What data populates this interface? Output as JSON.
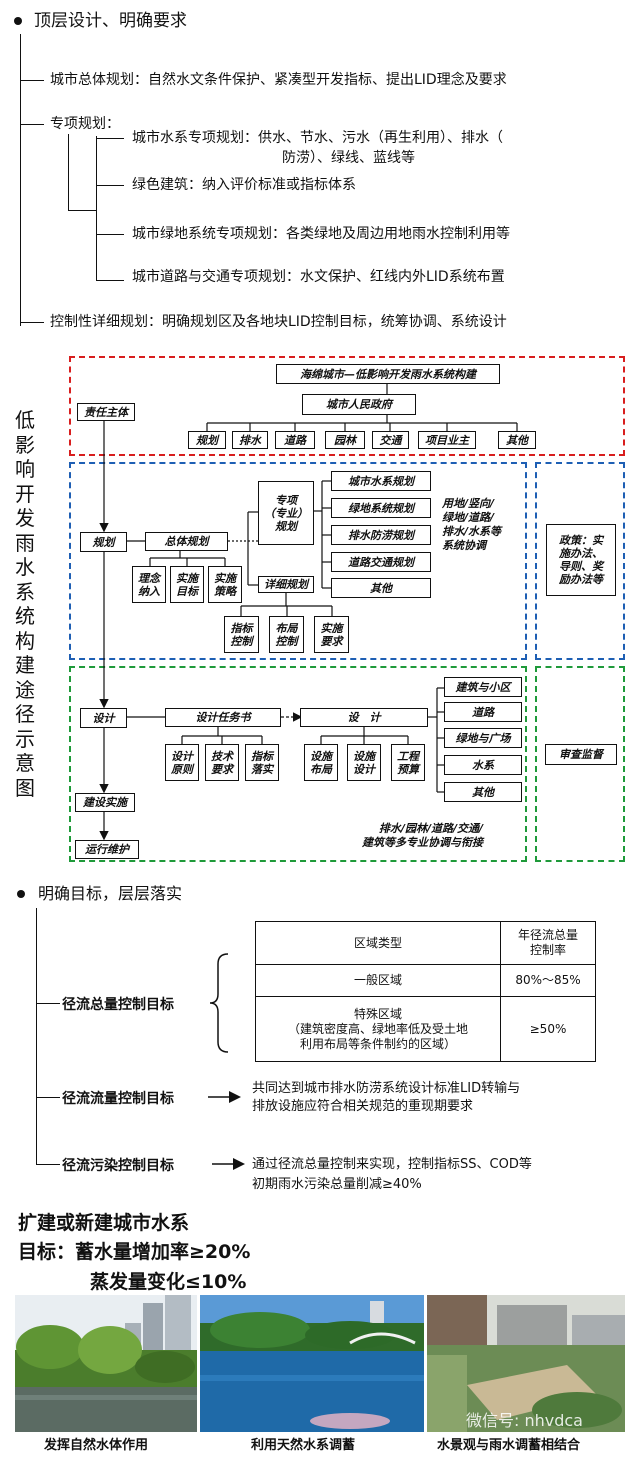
{
  "sec1": {
    "title": "顶层设计、明确要求",
    "items": [
      "城市总体规划：自然水文条件保护、紧凑型开发指标、提出LID理念及要求",
      "专项规划：",
      "控制性详细规划：明确规划区及各地块LID控制目标，统筹协调、系统设计"
    ],
    "sub": [
      "城市水系专项规划：供水、节水、污水（再生利用）、排水（",
      "防涝）、绿线、蓝线等",
      "绿色建筑：纳入评价标准或指标体系",
      "城市绿地系统专项规划：各类绿地及周边用地雨水控制利用等",
      "城市道路与交通专项规划：水文保护、红线内外LID系统布置"
    ]
  },
  "diagram": {
    "vertical_title": "低\n影\n响\n开\n发\n雨\n水\n系\n统\n构\n建\n途\n径\n示\n意\n图",
    "top_title": "海绵城市—低影响开发雨水系统构建",
    "gov": "城市人民政府",
    "depts": [
      "规划",
      "排水",
      "道路",
      "园林",
      "交通",
      "项目业主",
      "其他"
    ],
    "stages": [
      "责任主体",
      "规划",
      "设计",
      "建设实施",
      "运行维护"
    ],
    "overall_plan": "总体规划",
    "overall_children": [
      "理念\n纳入",
      "实施\n目标",
      "实施\n策略"
    ],
    "special_plan": "专项\n（专业）\n规划",
    "detail_plan": "详细规划",
    "detail_children": [
      "指标\n控制",
      "布局\n控制",
      "实施\n要求"
    ],
    "special_items": [
      "城市水系规划",
      "绿地系统规划",
      "排水防涝规划",
      "道路交通规划",
      "其他"
    ],
    "coord_note": "用地/竖向/\n绿地/道路/\n排水/水系等\n系统协调",
    "policy": "政策：实\n施办法、\n导则、奖\n励办法等",
    "design_task": "设计任务书",
    "design_task_children": [
      "设计\n原则",
      "技术\n要求",
      "指标\n落实"
    ],
    "design": "设　计",
    "design_children": [
      "设施\n布局",
      "设施\n设计",
      "工程\n预算"
    ],
    "design_items": [
      "建筑与小区",
      "道路",
      "绿地与广场",
      "水系",
      "其他"
    ],
    "review": "审查监督",
    "design_note": "排水/园林/道路/交通/\n建筑等多专业协调与衔接"
  },
  "sec2": {
    "title": "明确目标，层层落实",
    "goals": [
      "径流总量控制目标",
      "径流流量控制目标",
      "径流污染控制目标"
    ],
    "table": {
      "headers": [
        "区域类型",
        "年径流总量\n控制率"
      ],
      "rows": [
        [
          "一般区域",
          "80%～85%"
        ],
        [
          "特殊区域\n（建筑密度高、绿地率低及受土地\n利用布局等条件制约的区域）",
          "≥50%"
        ]
      ]
    },
    "flow_text": "共同达到城市排水防涝系统设计标准LID转输与\n排放设施应符合相关规范的重现期要求",
    "pollution_text": "通过径流总量控制来实现，控制指标SS、COD等\n初期雨水污染总量削减≥40%"
  },
  "sec3": {
    "line1": "扩建或新建城市水系",
    "line2": "目标：蓄水量增加率≥20%",
    "line3": "蒸发量变化≤10%"
  },
  "photos": {
    "captions": [
      "发挥自然水体作用",
      "利用天然水系调蓄",
      "水景观与雨水调蓄相结合"
    ],
    "watermark": "微信号: nhvdca"
  },
  "colors": {
    "red": "#d81e1e",
    "blue": "#1e5fb4",
    "green": "#1f9a3a"
  }
}
